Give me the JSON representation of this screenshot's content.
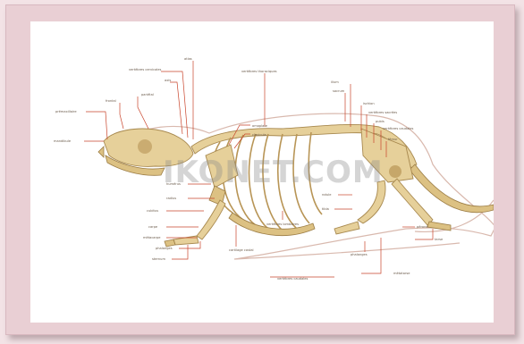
{
  "watermark": "IKONET.COM",
  "labels": {
    "skull_side_1": "pariétal",
    "skull_side_2": "frontal",
    "premaxillary": "prémaxillaire",
    "mandible": "mandibule",
    "atlas": "atlas",
    "cervical_vertebrae": "vertèbres cervicales",
    "axis": "axis",
    "thoracic_vertebrae": "vertèbres thoraciques",
    "scapula": "omoplate",
    "clavicle": "clavicule",
    "humerus": "humérus",
    "radius": "radius",
    "ulna": "cubitus",
    "carpus": "carpe",
    "metacarpus": "métacarpe",
    "phalanges_front": "phalanges",
    "sternum": "sternum",
    "costal_cartilage": "cartilage costal",
    "lumbar_vertebrae": "vertèbres lombaires",
    "ilium": "ilium",
    "sacrum": "sacrum",
    "ischium": "ischion",
    "sacral_vertebrae": "vertèbres sacrées",
    "pubis": "pubis",
    "caudal_vertebrae": "vertèbres caudales",
    "femur": "fémur",
    "patella": "rotule",
    "tibia": "tibia",
    "fibula": "péroné",
    "tarsus": "tarse",
    "metatarsus": "métatarse",
    "phalanges_hind": "phalanges",
    "caudal_bottom": "vertèbres caudales"
  },
  "colors": {
    "bone": "#e6d09a",
    "leader": "#c9442b",
    "frame": "#e9cfd4"
  }
}
